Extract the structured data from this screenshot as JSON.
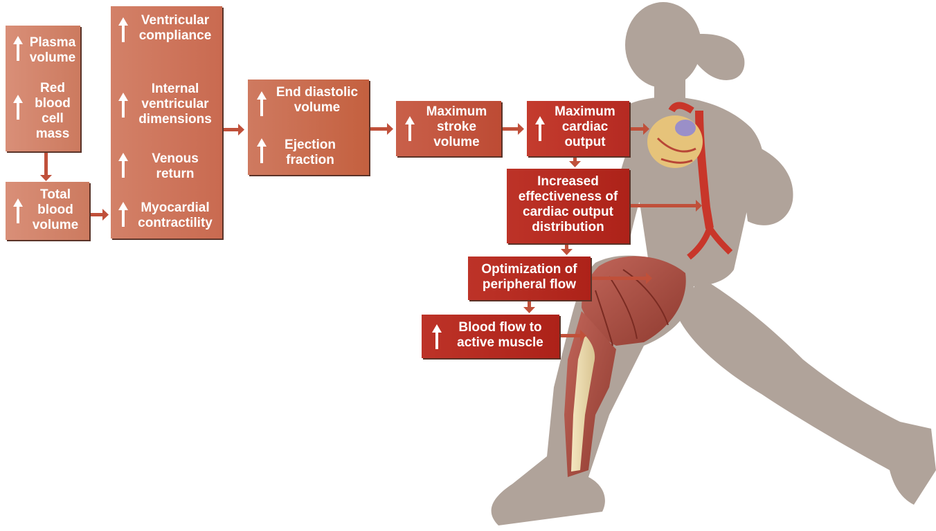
{
  "boxes": {
    "plasma": "Plasma\nvolume",
    "rbc": "Red\nblood\ncell\nmass",
    "total_blood": "Total\nblood\nvolume",
    "compliance": "Ventricular\ncompliance",
    "dimensions": "Internal\nventricular\ndimensions",
    "venous": "Venous\nreturn",
    "contractility": "Myocardial\ncontractility",
    "edv": "End diastolic\nvolume",
    "ejection": "Ejection\nfraction",
    "stroke": "Maximum\nstroke\nvolume",
    "cardiac_output": "Maximum\ncardiac\noutput",
    "distribution": "Increased\neffectiveness of\ncardiac output\ndistribution",
    "peripheral": "Optimization of\nperipheral flow",
    "muscle_flow": "Blood flow to\nactive muscle"
  },
  "colors": {
    "box_light": "#d98f78",
    "box_dark": "#b52a22",
    "arrow": "#c0503a",
    "silhouette": "#b0a39a",
    "artery": "#c8362a"
  }
}
